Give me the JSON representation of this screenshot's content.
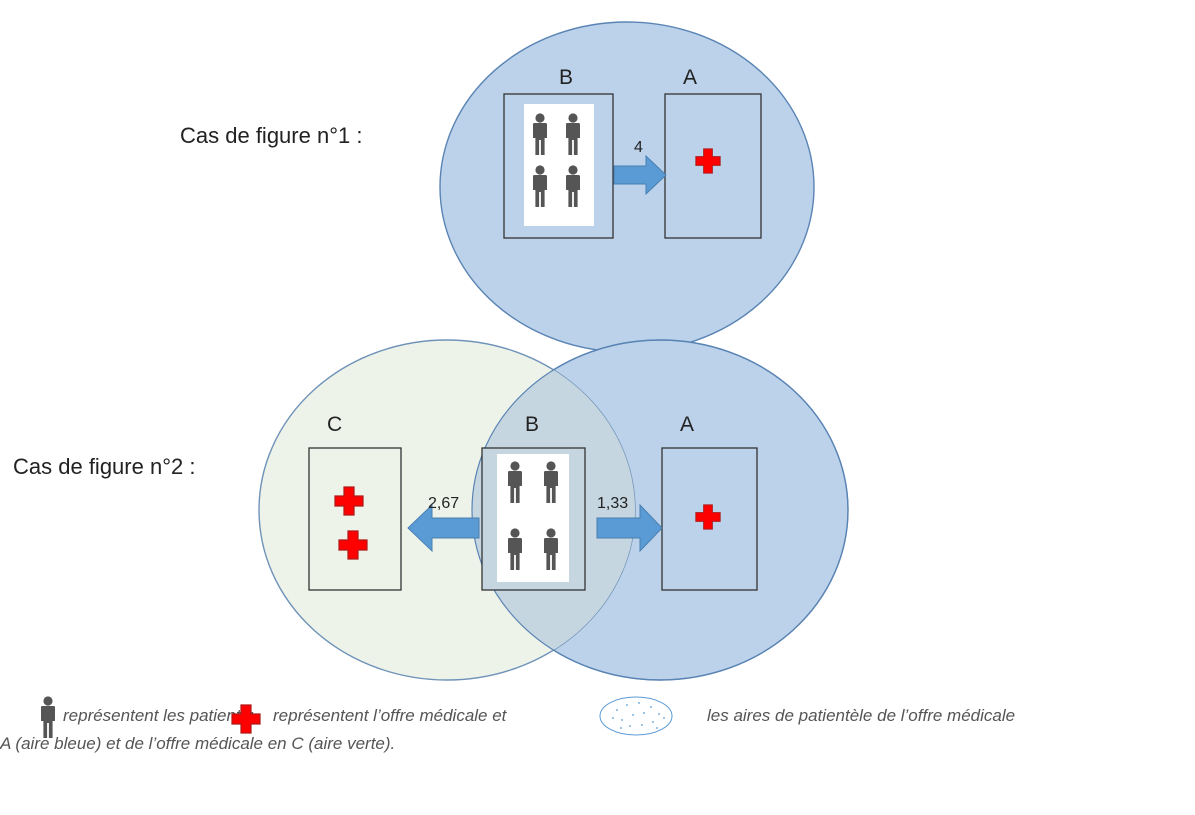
{
  "case1": {
    "label": "Cas de figure n°1 :",
    "zone_b_letter": "B",
    "zone_a_letter": "A",
    "flow_b_to_a": "4",
    "patients_in_b": 4,
    "medical_offers_in_a": 1
  },
  "case2": {
    "label": "Cas de figure n°2 :",
    "zone_c_letter": "C",
    "zone_b_letter": "B",
    "zone_a_letter": "A",
    "flow_b_to_c": "2,67",
    "flow_b_to_a": "1,33",
    "patients_in_b": 4,
    "medical_offers_in_c": 2,
    "medical_offers_in_a": 1
  },
  "legend": {
    "patients_text": "représentent les patients;",
    "offer_text": "représentent l’offre médicale et",
    "areas_text": "les aires de patientèle de l’offre médicale",
    "line2": "A (aire bleue) et de l’offre médicale en C (aire verte)."
  },
  "colors": {
    "blue_area": "#bcd2ea",
    "blue_area_stroke": "#5a84b4",
    "green_area": "#eef3ea",
    "green_area_stroke": "#6f93b8",
    "overlap_area": "#c6d6e0",
    "arrow": "#5b9bd5",
    "cross": "#ff0000",
    "person": "#555555"
  }
}
